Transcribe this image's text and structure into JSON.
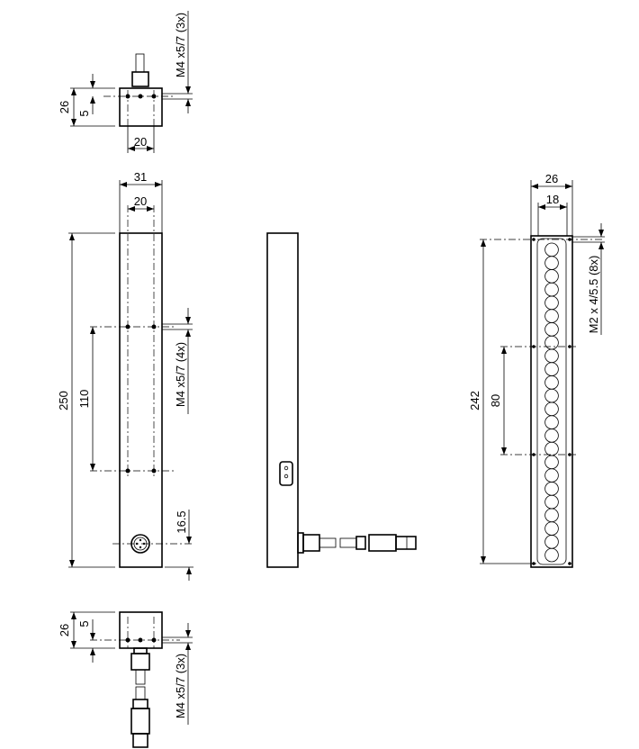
{
  "top_view": {
    "dim_height": "26",
    "dim_offset": "5",
    "dim_width": "20",
    "thread_label": "M4 x5/7 (3x)"
  },
  "front_view": {
    "dim_total_width": "31",
    "dim_hole_spacing_x": "20",
    "dim_length": "250",
    "dim_hole_spacing_y": "110",
    "thread_label": "M4 x5/7 (4x)",
    "dim_connector_offset": "16.5"
  },
  "bottom_view": {
    "dim_height": "26",
    "dim_offset": "5",
    "thread_label": "M4 x5/7 (3x)"
  },
  "led_view": {
    "dim_outer_width": "26",
    "dim_inner_width": "18",
    "dim_length": "242",
    "dim_hole_spacing": "80",
    "thread_label": "M2 x 4/5.5 (8x)",
    "led_count": 24
  },
  "colors": {
    "line": "#000000",
    "background": "#ffffff"
  }
}
